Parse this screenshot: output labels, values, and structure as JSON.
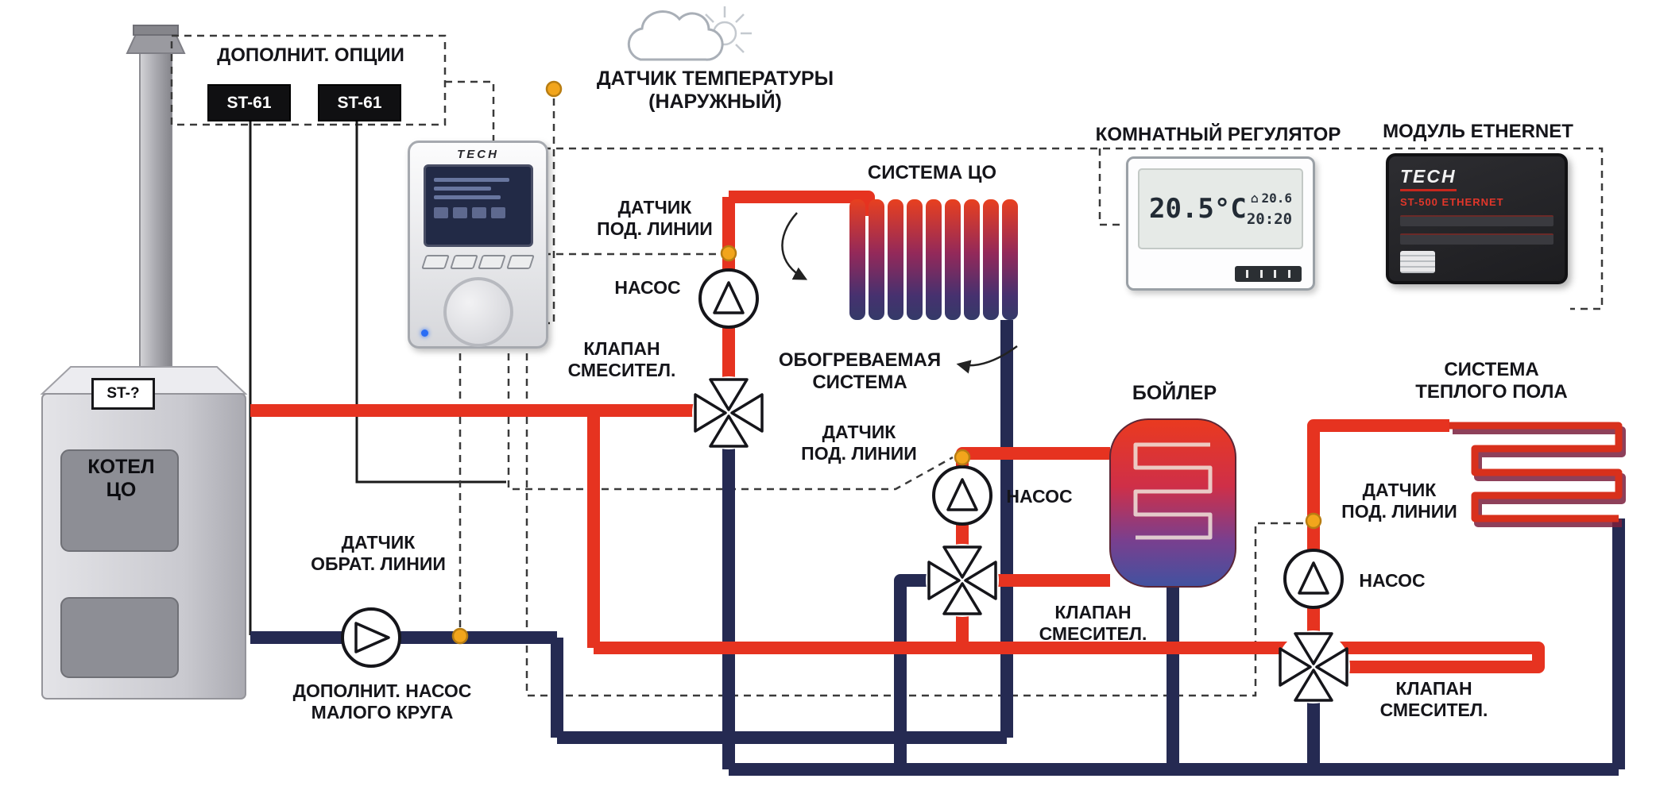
{
  "labels": {
    "additional_options": "ДОПОЛНИТ. ОПЦИИ",
    "st61": "ST-61",
    "outdoor_sensor": "ДАТЧИК ТЕМПЕРАТУРЫ\n(НАРУЖНЫЙ)",
    "supply_sensor": "ДАТЧИК\nПОД. ЛИНИИ",
    "pump": "НАСОС",
    "mixing_valve": "КЛАПАН\nСМЕСИТЕЛ.",
    "co_system": "СИСТЕМА ЦО",
    "heated_system": "ОБОГРЕВАЕМАЯ\nСИСТЕМА",
    "room_regulator": "КОМНАТНЫЙ РЕГУЛЯТОР",
    "ethernet_module": "МОДУЛЬ ETHERNET",
    "boiler_tank": "БОЙЛЕР",
    "floor_system": "СИСТЕМА\nТЕПЛОГО ПОЛА",
    "boiler": "КОТЕЛ\nЦО",
    "boiler_sensor": "ST-?",
    "return_sensor": "ДАТЧИК\nОБРАТ. ЛИНИИ",
    "small_circuit_pump": "ДОПОЛНИТ. НАСОС\nМАЛОГО КРУГА"
  },
  "controller": {
    "brand": "TECH"
  },
  "room_regulator_display": {
    "temp_main": "20.5°C",
    "temp_set": "20.6",
    "time": "20:20"
  },
  "ethernet": {
    "brand": "TECH",
    "model": "ST-500 ETHERNET"
  },
  "colors": {
    "supply_pipe": "#e63320",
    "return_pipe": "#252a52",
    "sensor_dot": "#f2a51c"
  }
}
